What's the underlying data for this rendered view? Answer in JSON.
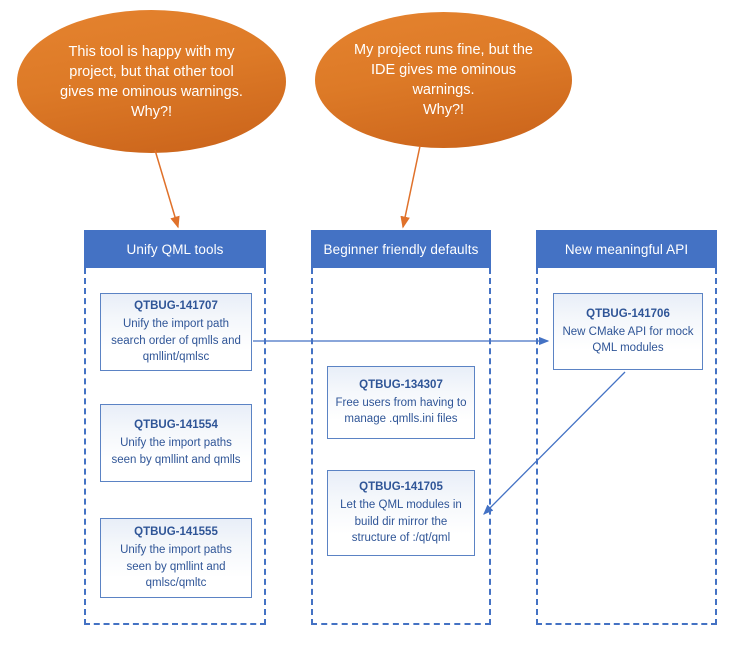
{
  "diagram": {
    "callouts": [
      {
        "id": "callout-tool-warnings",
        "text": "This tool is happy with my\nproject, but that other tool\ngives me ominous warnings.\nWhy?!"
      },
      {
        "id": "callout-ide-warnings",
        "text": "My project runs fine, but the\nIDE gives me ominous\nwarnings.\nWhy?!"
      }
    ],
    "columns": [
      {
        "id": "column-unify-qml-tools",
        "header": "Unify QML tools",
        "cards": [
          {
            "key": "QTBUG-141707",
            "desc": "Unify the import path\nsearch order of qmlls and\nqmllint/qmlsc"
          },
          {
            "key": "QTBUG-141554",
            "desc": "Unify the import paths\nseen by qmllint and qmlls"
          },
          {
            "key": "QTBUG-141555",
            "desc": "Unify the import paths\nseen by qmllint and\nqmlsc/qmltc"
          }
        ]
      },
      {
        "id": "column-beginner-friendly-defaults",
        "header": "Beginner friendly defaults",
        "cards": [
          {
            "key": "QTBUG-134307",
            "desc": "Free users from having to\nmanage .qmlls.ini files"
          },
          {
            "key": "QTBUG-141705",
            "desc": "Let the QML modules in\nbuild dir mirror the\nstructure of :/qt/qml"
          }
        ]
      },
      {
        "id": "column-new-meaningful-api",
        "header": "New meaningful API",
        "cards": [
          {
            "key": "QTBUG-141706",
            "desc": "New CMake API for mock\nQML modules"
          }
        ]
      }
    ],
    "colors": {
      "callout_fill_top": "#E5832F",
      "callout_fill_bottom": "#C9621A",
      "callout_arrow": "#E0712A",
      "header_fill": "#4472C4",
      "header_text": "#FFFFFF",
      "lane_border": "#4472C4",
      "card_border": "#5B83C4",
      "card_text": "#2F5597",
      "connector": "#4472C4"
    },
    "connectors": [
      {
        "name": "callout-1-to-unify-qml-tools",
        "kind": "orange-arrow"
      },
      {
        "name": "callout-2-to-beginner-friendly-defaults",
        "kind": "orange-arrow"
      },
      {
        "name": "qtbug-141707-to-qtbug-141706",
        "kind": "blue-arrow"
      },
      {
        "name": "qtbug-141706-to-qtbug-141705",
        "kind": "blue-arrow"
      }
    ]
  }
}
